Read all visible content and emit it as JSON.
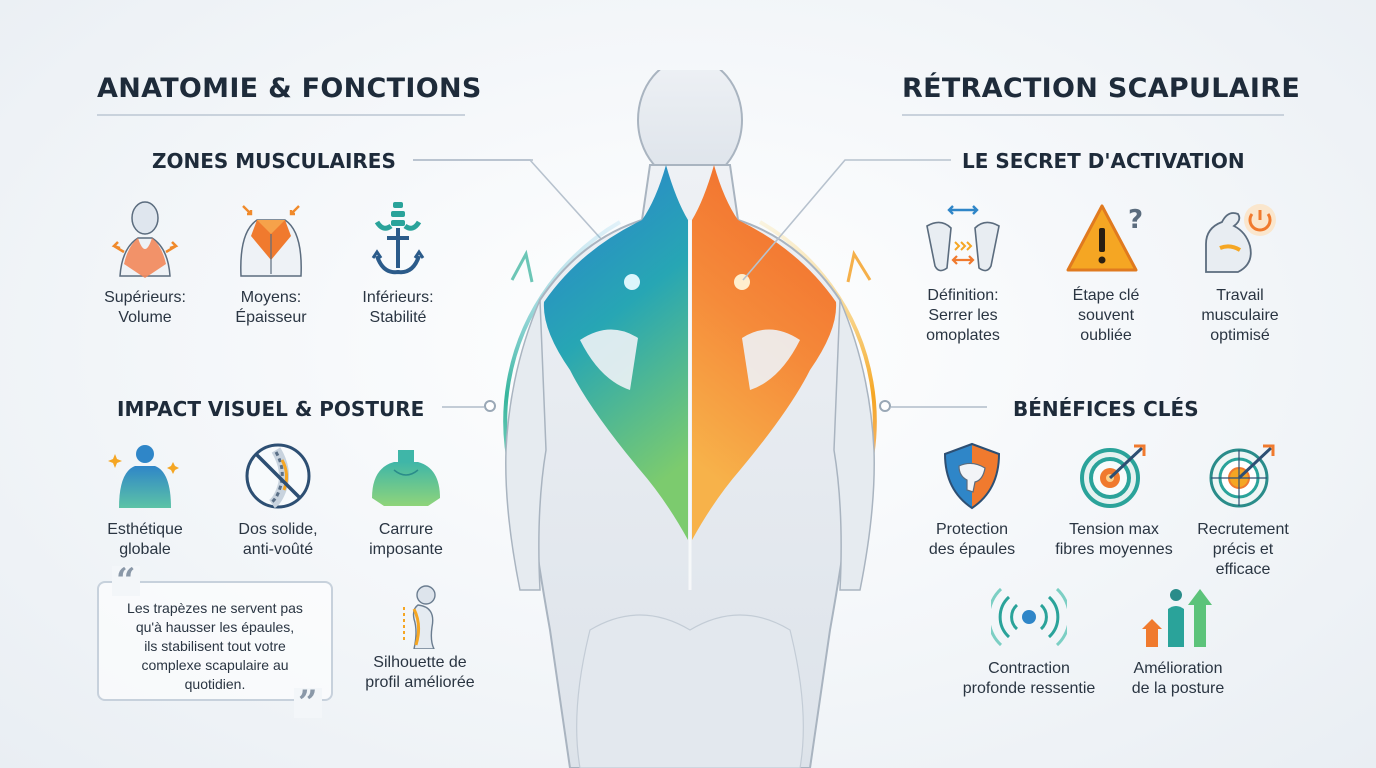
{
  "left": {
    "title": "ANATOMIE & FONCTIONS",
    "zones": {
      "heading": "ZONES MUSCULAIRES",
      "items": [
        {
          "icon": "neck-trapezius-icon",
          "line1": "Supérieurs:",
          "line2": "Volume"
        },
        {
          "icon": "mid-back-muscle-icon",
          "line1": "Moyens:",
          "line2": "Épaisseur"
        },
        {
          "icon": "spine-anchor-icon",
          "line1": "Inférieurs:",
          "line2": "Stabilité"
        }
      ]
    },
    "impact": {
      "heading": "IMPACT VISUEL & POSTURE",
      "items": [
        {
          "icon": "sparkle-torso-icon",
          "line1": "Esthétique",
          "line2": "globale"
        },
        {
          "icon": "no-hunch-spine-icon",
          "line1": "Dos solide,",
          "line2": "anti-voûté"
        },
        {
          "icon": "broad-shoulders-icon",
          "line1": "Carrure",
          "line2": "imposante"
        },
        {
          "icon": "profile-silhouette-icon",
          "line1": "Silhouette de",
          "line2": "profil améliorée"
        }
      ]
    },
    "quote": {
      "open_mark": "“",
      "close_mark": "”",
      "lines": [
        "Les trapèzes ne servent pas",
        "qu'à hausser les épaules,",
        "ils stabilisent tout votre",
        "complexe scapulaire au",
        "quotidien."
      ]
    }
  },
  "right": {
    "title": "RÉTRACTION SCAPULAIRE",
    "secret": {
      "heading": "LE SECRET D'ACTIVATION",
      "items": [
        {
          "icon": "scapula-squeeze-icon",
          "line1": "Définition:",
          "line2": "Serrer les",
          "line3": "omoplates"
        },
        {
          "icon": "warning-question-icon",
          "line1": "Étape clé",
          "line2": "souvent",
          "line3": "oubliée"
        },
        {
          "icon": "flexed-arm-power-icon",
          "line1": "Travail",
          "line2": "musculaire",
          "line3": "optimisé"
        }
      ]
    },
    "benefits": {
      "heading": "BÉNÉFICES CLÉS",
      "items": [
        {
          "icon": "shield-shoulder-icon",
          "line1": "Protection",
          "line2": "des épaules"
        },
        {
          "icon": "target-arrow-icon",
          "line1": "Tension max",
          "line2": "fibres moyennes"
        },
        {
          "icon": "precision-target-icon",
          "line1": "Recrutement",
          "line2": "précis et",
          "line3": "efficace"
        },
        {
          "icon": "radiating-waves-icon",
          "line1": "Contraction",
          "line2": "profonde ressentie"
        },
        {
          "icon": "posture-growth-icon",
          "line1": "Amélioration",
          "line2": "de la posture"
        }
      ]
    }
  },
  "colors": {
    "blue": "#2f8fd6",
    "teal": "#2bb3a0",
    "green": "#7cc47a",
    "orange": "#f07a2e",
    "amber": "#f5a623",
    "navy": "#1e2b3a"
  }
}
